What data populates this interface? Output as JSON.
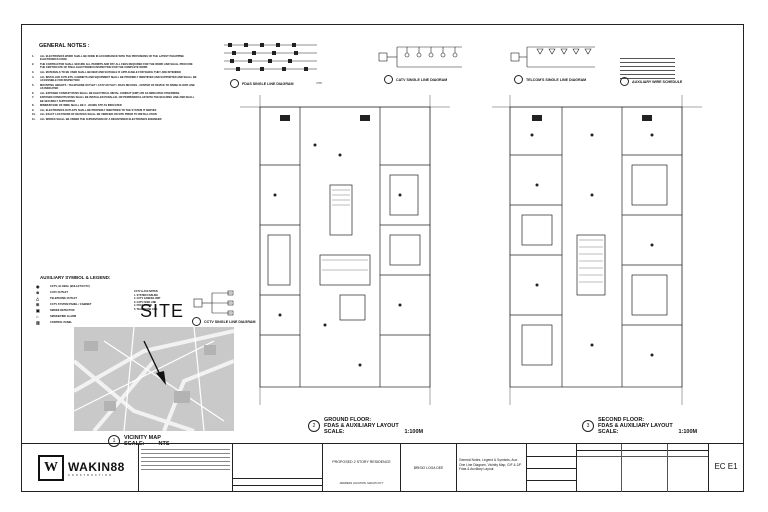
{
  "general_notes": {
    "title": "GENERAL NOTES :",
    "items": [
      {
        "n": "1.",
        "text": "ALL ELECTRONICS WORK SHALL BE DONE IN ACCORDANCE WITH THE PROVISIONS OF THE LATEST PHILIPPINE ELECTRONICS CODE"
      },
      {
        "n": "2.",
        "text": "THE CONTRACTOR SHALL SECURE ALL PERMITS AND PAY ALL FEES REQUIRED FOR THE WORK AND SHALL PROCURE THE CERTIFICATE OF FINAL ELECTRONICS INSPECTION FOR THE COMPLETE WORK"
      },
      {
        "n": "3.",
        "text": "ALL MATERIALS TO BE USED SHALL BE NEW AND SUITABLE IF APPLICABLE FOR WHICH THEY ARE INTENDED"
      },
      {
        "n": "4.",
        "text": "ALL INSTALLED OUTLETS, CABINETS AND EQUIPMENT SHALL BE PROPERLY IDENTIFIED AND SUPPORTED AND SHALL BE ACCESSIBLE FOR INSPECTION"
      },
      {
        "n": "5.",
        "text": "MOUNTING HEIGHTS : TELEPHONE OUTLET / CATV OUTLET / FDAS DEVICES - CENTER OF DEVICE TO FINISH FLOOR LINE AS INDICATED"
      },
      {
        "n": "6.",
        "text": "ALL EXPOSED CONDUIT RUNS SHALL BE ELECTRICAL METAL CONDUIT (EMT) OR AS INDICATED OTHERWISE"
      },
      {
        "n": "7.",
        "text": "EXPOSED CONDUITS RUNS SHALL BE INSTALLED PARALLEL OR PERPENDICULAR WITH THE BUILDING LINE AND SHALL BE SECURELY SUPPORTED"
      },
      {
        "n": "8.",
        "text": "MINIMUM SIZE OF WIRE SHALL BE 2 - 22AWG STP AS INDICATED"
      },
      {
        "n": "9.",
        "text": "ALL ELECTRONICS OUTLETS SHALL BE PROPERLY IDENTIFIED TO THE SYSTEM IT SERVES"
      },
      {
        "n": "10.",
        "text": "ALL EXACT LOCATIONS OF DEVICES SHALL BE VERIFIED ON SITE PRIOR TO INSTALLATION"
      },
      {
        "n": "11.",
        "text": "ALL WORKS SHALL BE UNDER THE SUPERVISION OF A REGISTERED ELECTRONICS ENGINEER"
      }
    ]
  },
  "auxiliary": {
    "title": "AUXILIARY SYMBOL & LEGEND:",
    "items": [
      {
        "sym": "◉",
        "text": "CCTV, GLOBAL (BULLET/CCTV)"
      },
      {
        "sym": "⊗",
        "text": "CATV OUTLET"
      },
      {
        "sym": "△",
        "text": "TELEPHONE OUTLET"
      },
      {
        "sym": "⊞",
        "text": "CCTV SYSTEM PANEL / CABINET"
      },
      {
        "sym": "▣",
        "text": "SMOKE DETECTOR"
      },
      {
        "sym": "⌂",
        "text": "SMOKE/FIRE ALARM"
      },
      {
        "sym": "▥",
        "text": "CONTROL PANEL"
      }
    ],
    "note_title": "CCTV & AUX NOTES:",
    "notes": [
      "1. SYSTEM CABLING",
      "2. CCTV CAMERA UNIT",
      "3. CATV FEED LINE",
      "4. FDAS TRUNK",
      "5. TELEPHONE LINE"
    ]
  },
  "diagrams": {
    "fdas": "FDAS SINGLE LINE DIAGRAM",
    "catv": "CATV SINGLE LINE DIAGRAM",
    "tel": "TELCOM'S SINGLE LINE DIAGRAM",
    "aux": "AUXILIARY WIRE SCHEDULE",
    "cctv": "CCTV SINGLE LINE DIAGRAM",
    "scale_nts": "NTS"
  },
  "site": {
    "label": "SITE"
  },
  "vicinity": {
    "num": "1",
    "title": "VICINITY MAP",
    "scale_label": "SCALE:",
    "scale": "NTS"
  },
  "ground": {
    "num": "2",
    "title1": "GROUND FLOOR:",
    "title2": "FDAS & AUXILIARY LAYOUT",
    "scale_label": "SCALE:",
    "scale": "1:100M"
  },
  "second": {
    "num": "3",
    "title1": "SECOND FLOOR:",
    "title2": "FDAS & AUXILIARY LAYOUT",
    "scale_label": "SCALE:",
    "scale": "1:100M"
  },
  "titleblock": {
    "brand": "WAKIN88",
    "brand_sub": "CONSTRUCTION",
    "project": "PROPOSED 2 STORY RESIDENCE",
    "location": "ADDRESS LOCATION, MAKATI CITY",
    "owner": "BRISIO LOGA DEE",
    "sheet_contents": "General Notes, Legend & Symbols, Aux. One Line Diagram, Vicinity Map, G/F & 2/F Fdas & Auxiliary Layout",
    "sheet_no": "EC E1"
  }
}
